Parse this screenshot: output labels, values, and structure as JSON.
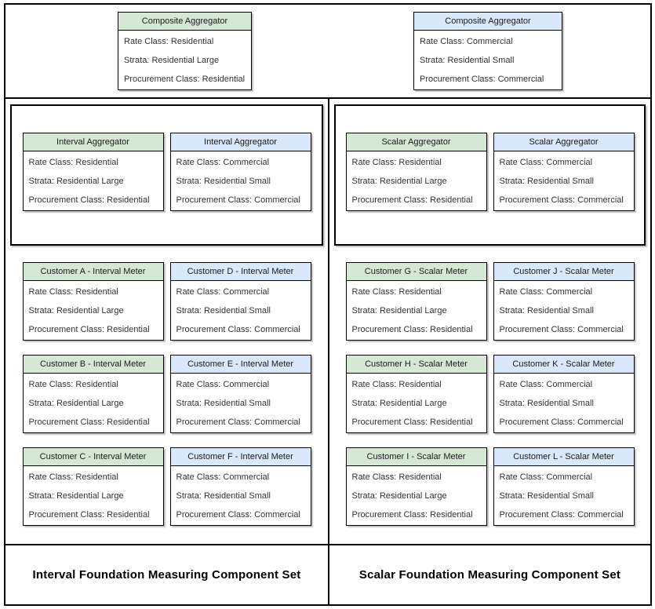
{
  "colors": {
    "green_header": "#d5e8d4",
    "blue_header": "#dae8fc",
    "border": "#000000",
    "body_text": "#333333"
  },
  "composite_row": {
    "cards": [
      {
        "title": "Composite Aggregator",
        "variant": "green",
        "lines": [
          "Rate Class: Residential",
          "Strata: Residential Large",
          "Procurement Class: Residential"
        ]
      },
      {
        "title": "Composite Aggregator",
        "variant": "blue",
        "lines": [
          "Rate Class: Commercial",
          "Strata: Residential Small",
          "Procurement Class: Commercial"
        ]
      }
    ]
  },
  "interval_set": {
    "aggregators": [
      {
        "title": "Interval Aggregator",
        "variant": "green",
        "lines": [
          "Rate Class: Residential",
          "Strata: Residential Large",
          "Procurement Class: Residential"
        ]
      },
      {
        "title": "Interval Aggregator",
        "variant": "blue",
        "lines": [
          "Rate Class: Commercial",
          "Strata: Residential Small",
          "Procurement Class: Commercial"
        ]
      }
    ],
    "customers": [
      {
        "title": "Customer A - Interval Meter",
        "variant": "green",
        "lines": [
          "Rate Class: Residential",
          "Strata: Residential Large",
          "Procurement Class: Residential"
        ]
      },
      {
        "title": "Customer D - Interval Meter",
        "variant": "blue",
        "lines": [
          "Rate Class: Commercial",
          "Strata: Residential Small",
          "Procurement Class: Commercial"
        ]
      },
      {
        "title": "Customer B - Interval Meter",
        "variant": "green",
        "lines": [
          "Rate Class: Residential",
          "Strata: Residential Large",
          "Procurement Class: Residential"
        ]
      },
      {
        "title": "Customer E - Interval Meter",
        "variant": "blue",
        "lines": [
          "Rate Class: Commercial",
          "Strata: Residential Small",
          "Procurement Class: Commercial"
        ]
      },
      {
        "title": "Customer C - Interval Meter",
        "variant": "green",
        "lines": [
          "Rate Class: Residential",
          "Strata: Residential Large",
          "Procurement Class: Residential"
        ]
      },
      {
        "title": "Customer F - Interval Meter",
        "variant": "blue",
        "lines": [
          "Rate Class: Commercial",
          "Strata: Residential Small",
          "Procurement Class: Commercial"
        ]
      }
    ],
    "footer": "Interval Foundation Measuring Component Set"
  },
  "scalar_set": {
    "aggregators": [
      {
        "title": "Scalar Aggregator",
        "variant": "green",
        "lines": [
          "Rate Class: Residential",
          "Strata: Residential Large",
          "Procurement Class: Residential"
        ]
      },
      {
        "title": "Scalar Aggregator",
        "variant": "blue",
        "lines": [
          "Rate Class: Commercial",
          "Strata: Residential Small",
          "Procurement Class: Commercial"
        ]
      }
    ],
    "customers": [
      {
        "title": "Customer G - Scalar Meter",
        "variant": "green",
        "lines": [
          "Rate Class: Residential",
          "Strata: Residential Large",
          "Procurement Class: Residential"
        ]
      },
      {
        "title": "Customer J - Scalar Meter",
        "variant": "blue",
        "lines": [
          "Rate Class: Commercial",
          "Strata: Residential Small",
          "Procurement Class: Commercial"
        ]
      },
      {
        "title": "Customer H - Scalar Meter",
        "variant": "green",
        "lines": [
          "Rate Class: Residential",
          "Strata: Residential Large",
          "Procurement Class: Residential"
        ]
      },
      {
        "title": "Customer K - Scalar Meter",
        "variant": "blue",
        "lines": [
          "Rate Class: Commercial",
          "Strata: Residential Small",
          "Procurement Class: Commercial"
        ]
      },
      {
        "title": "Customer I - Scalar Meter",
        "variant": "green",
        "lines": [
          "Rate Class: Residential",
          "Strata: Residential Large",
          "Procurement Class: Residential"
        ]
      },
      {
        "title": "Customer L - Scalar Meter",
        "variant": "blue",
        "lines": [
          "Rate Class: Commercial",
          "Strata: Residential Small",
          "Procurement Class: Commercial"
        ]
      }
    ],
    "footer": "Scalar Foundation Measuring Component Set"
  }
}
